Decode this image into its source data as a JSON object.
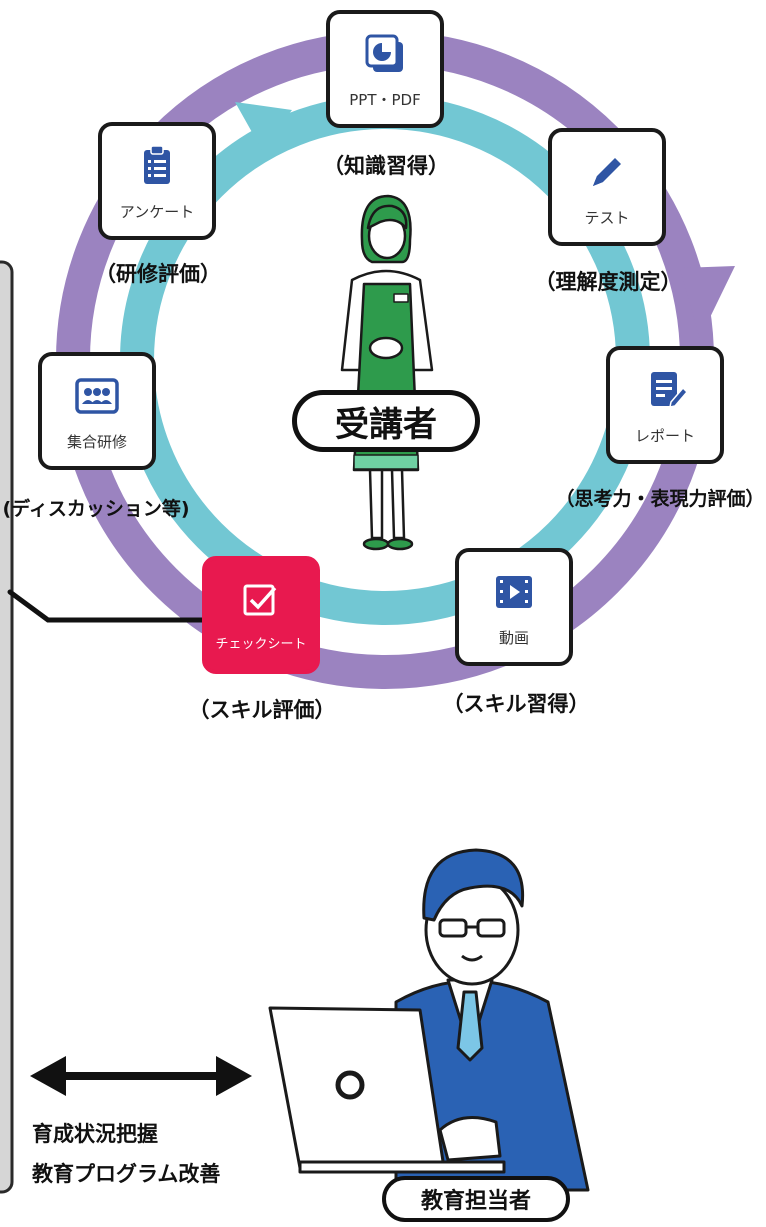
{
  "center_role": "受講者",
  "bottom_role": "教育担当者",
  "nodes": [
    {
      "id": "ppt",
      "label": "PPT・PDF",
      "caption": "（知識習得）",
      "icon": "pie-chart-icon"
    },
    {
      "id": "test",
      "label": "テスト",
      "caption": "（理解度測定）",
      "icon": "pen-icon"
    },
    {
      "id": "report",
      "label": "レポート",
      "caption": "（思考力・表現力評価）",
      "icon": "document-edit-icon"
    },
    {
      "id": "video",
      "label": "動画",
      "caption": "（スキル習得）",
      "icon": "video-icon"
    },
    {
      "id": "check",
      "label": "チェックシート",
      "caption": "（スキル評価）",
      "icon": "checkbox-icon",
      "highlighted": true
    },
    {
      "id": "group",
      "label": "集合研修",
      "caption": "(ディスカッション等)",
      "icon": "group-icon"
    },
    {
      "id": "survey",
      "label": "アンケート",
      "caption": "（研修評価）",
      "icon": "clipboard-icon"
    }
  ],
  "side_texts": [
    "育成状況把握",
    "教育プログラム改善"
  ],
  "colors": {
    "outer_ring": "#9b83c0",
    "inner_ring": "#72c7d3",
    "highlight": "#e8194f",
    "icon_blue": "#2f55a4",
    "trainee_apron": "#2e9b4c",
    "instructor_suit": "#2a62b4"
  }
}
